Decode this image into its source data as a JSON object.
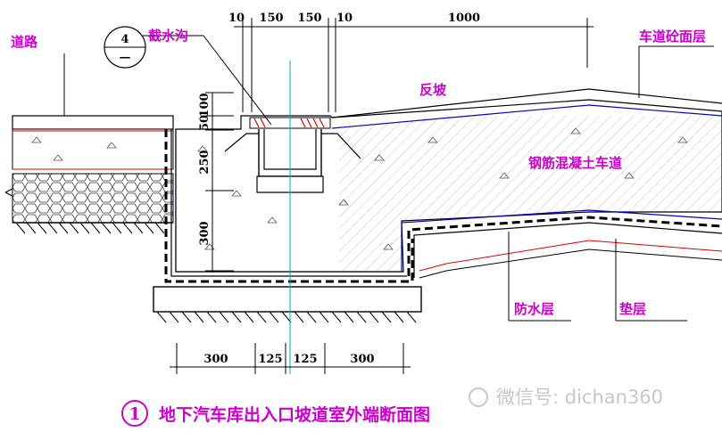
{
  "labels": {
    "road": "道路",
    "trench": "截水沟",
    "reverse_slope": "反坡",
    "lane_surface": "车道砼面层",
    "rc_lane": "钢筋混凝土车道",
    "waterproof": "防水层",
    "cushion": "垫层"
  },
  "detail_marker": {
    "number": "4",
    "lower": "—"
  },
  "top_dims": [
    "10",
    "150",
    "150",
    "10",
    "1000"
  ],
  "left_dims": [
    "100",
    "50",
    "250",
    "300"
  ],
  "bottom_dims": [
    "300",
    "125",
    "125",
    "300"
  ],
  "title": {
    "number": "1",
    "text": "地下汽车库出入口坡道室外端断面图"
  },
  "watermark": {
    "text": "微信号: dichan360"
  },
  "colors": {
    "label": "#cc00cc",
    "waterproof_line": "#0000cc",
    "red_line": "#dd0000",
    "axis_line": "#00aacc"
  }
}
